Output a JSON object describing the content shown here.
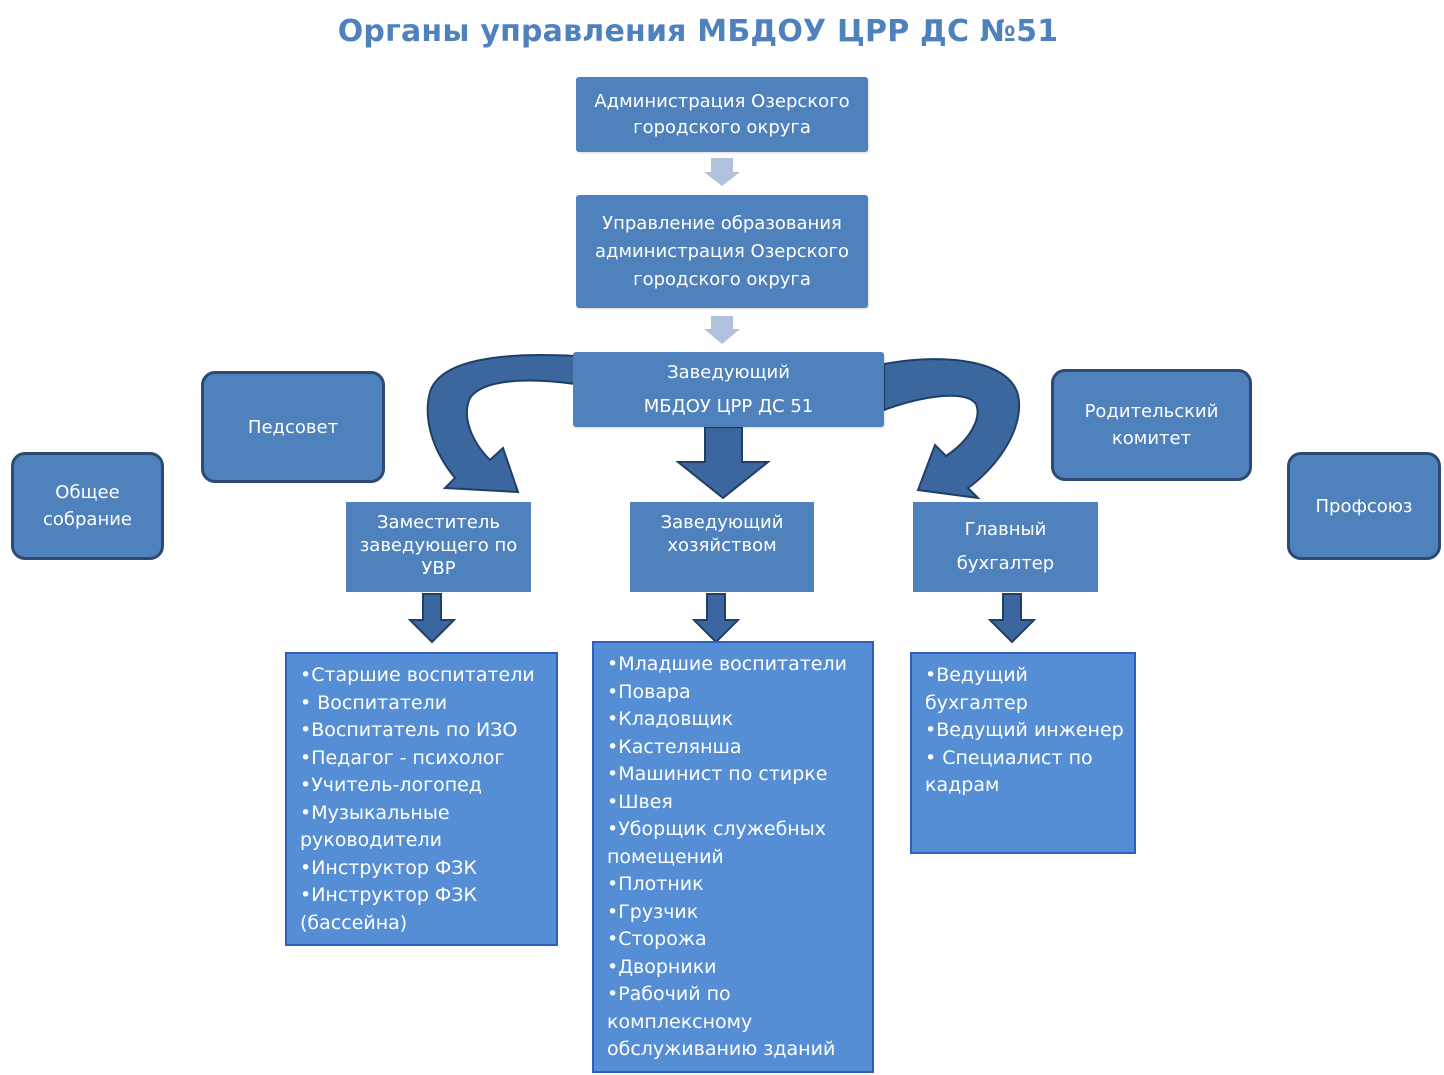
{
  "title": "Органы управления МБДОУ ЦРР ДС №51",
  "top": {
    "admin": [
      "Администрация Озерского",
      "городского округа"
    ],
    "education": [
      "Управление образования",
      "администрация Озерского",
      "городского округа"
    ],
    "head": [
      "Заведующий",
      "МБДОУ ЦРР ДС 51"
    ]
  },
  "side": {
    "obshee": [
      "Общее",
      "собрание"
    ],
    "pedsovet": "Педсовет",
    "parents": [
      "Родительский",
      "комитет"
    ],
    "union": "Профсоюз"
  },
  "middle": {
    "deputy": [
      "Заместитель",
      "заведующего по",
      "УВР"
    ],
    "household": [
      "Заведующий",
      "хозяйством"
    ],
    "accountant": [
      "Главный",
      "бухгалтер"
    ]
  },
  "lists": {
    "deputy": [
      "•Старшие воспитатели",
      "• Воспитатели",
      "•Воспитатель по ИЗО",
      "•Педагог - психолог",
      "•Учитель-логопед",
      "•Музыкальные руководители",
      "•Инструктор ФЗК",
      "•Инструктор ФЗК (бассейна)"
    ],
    "household": [
      "•Младшие воспитатели",
      "•Повара",
      "•Кладовщик",
      "•Кастелянша",
      "•Машинист по стирке",
      "•Швея",
      "•Уборщик служебных помещений",
      "•Плотник",
      "•Грузчик",
      "•Сторожа",
      "•Дворники",
      "•Рабочий по комплексному обслуживанию зданий"
    ],
    "accountant": [
      "•Ведущий бухгалтер",
      "•Ведущий инженер",
      "• Специалист по кадрам"
    ]
  },
  "colors": {
    "box": "#4f81bd",
    "list": "#558ed5",
    "arrow_light": "#b0c1dd",
    "arrow_dark": "#3b679e"
  }
}
